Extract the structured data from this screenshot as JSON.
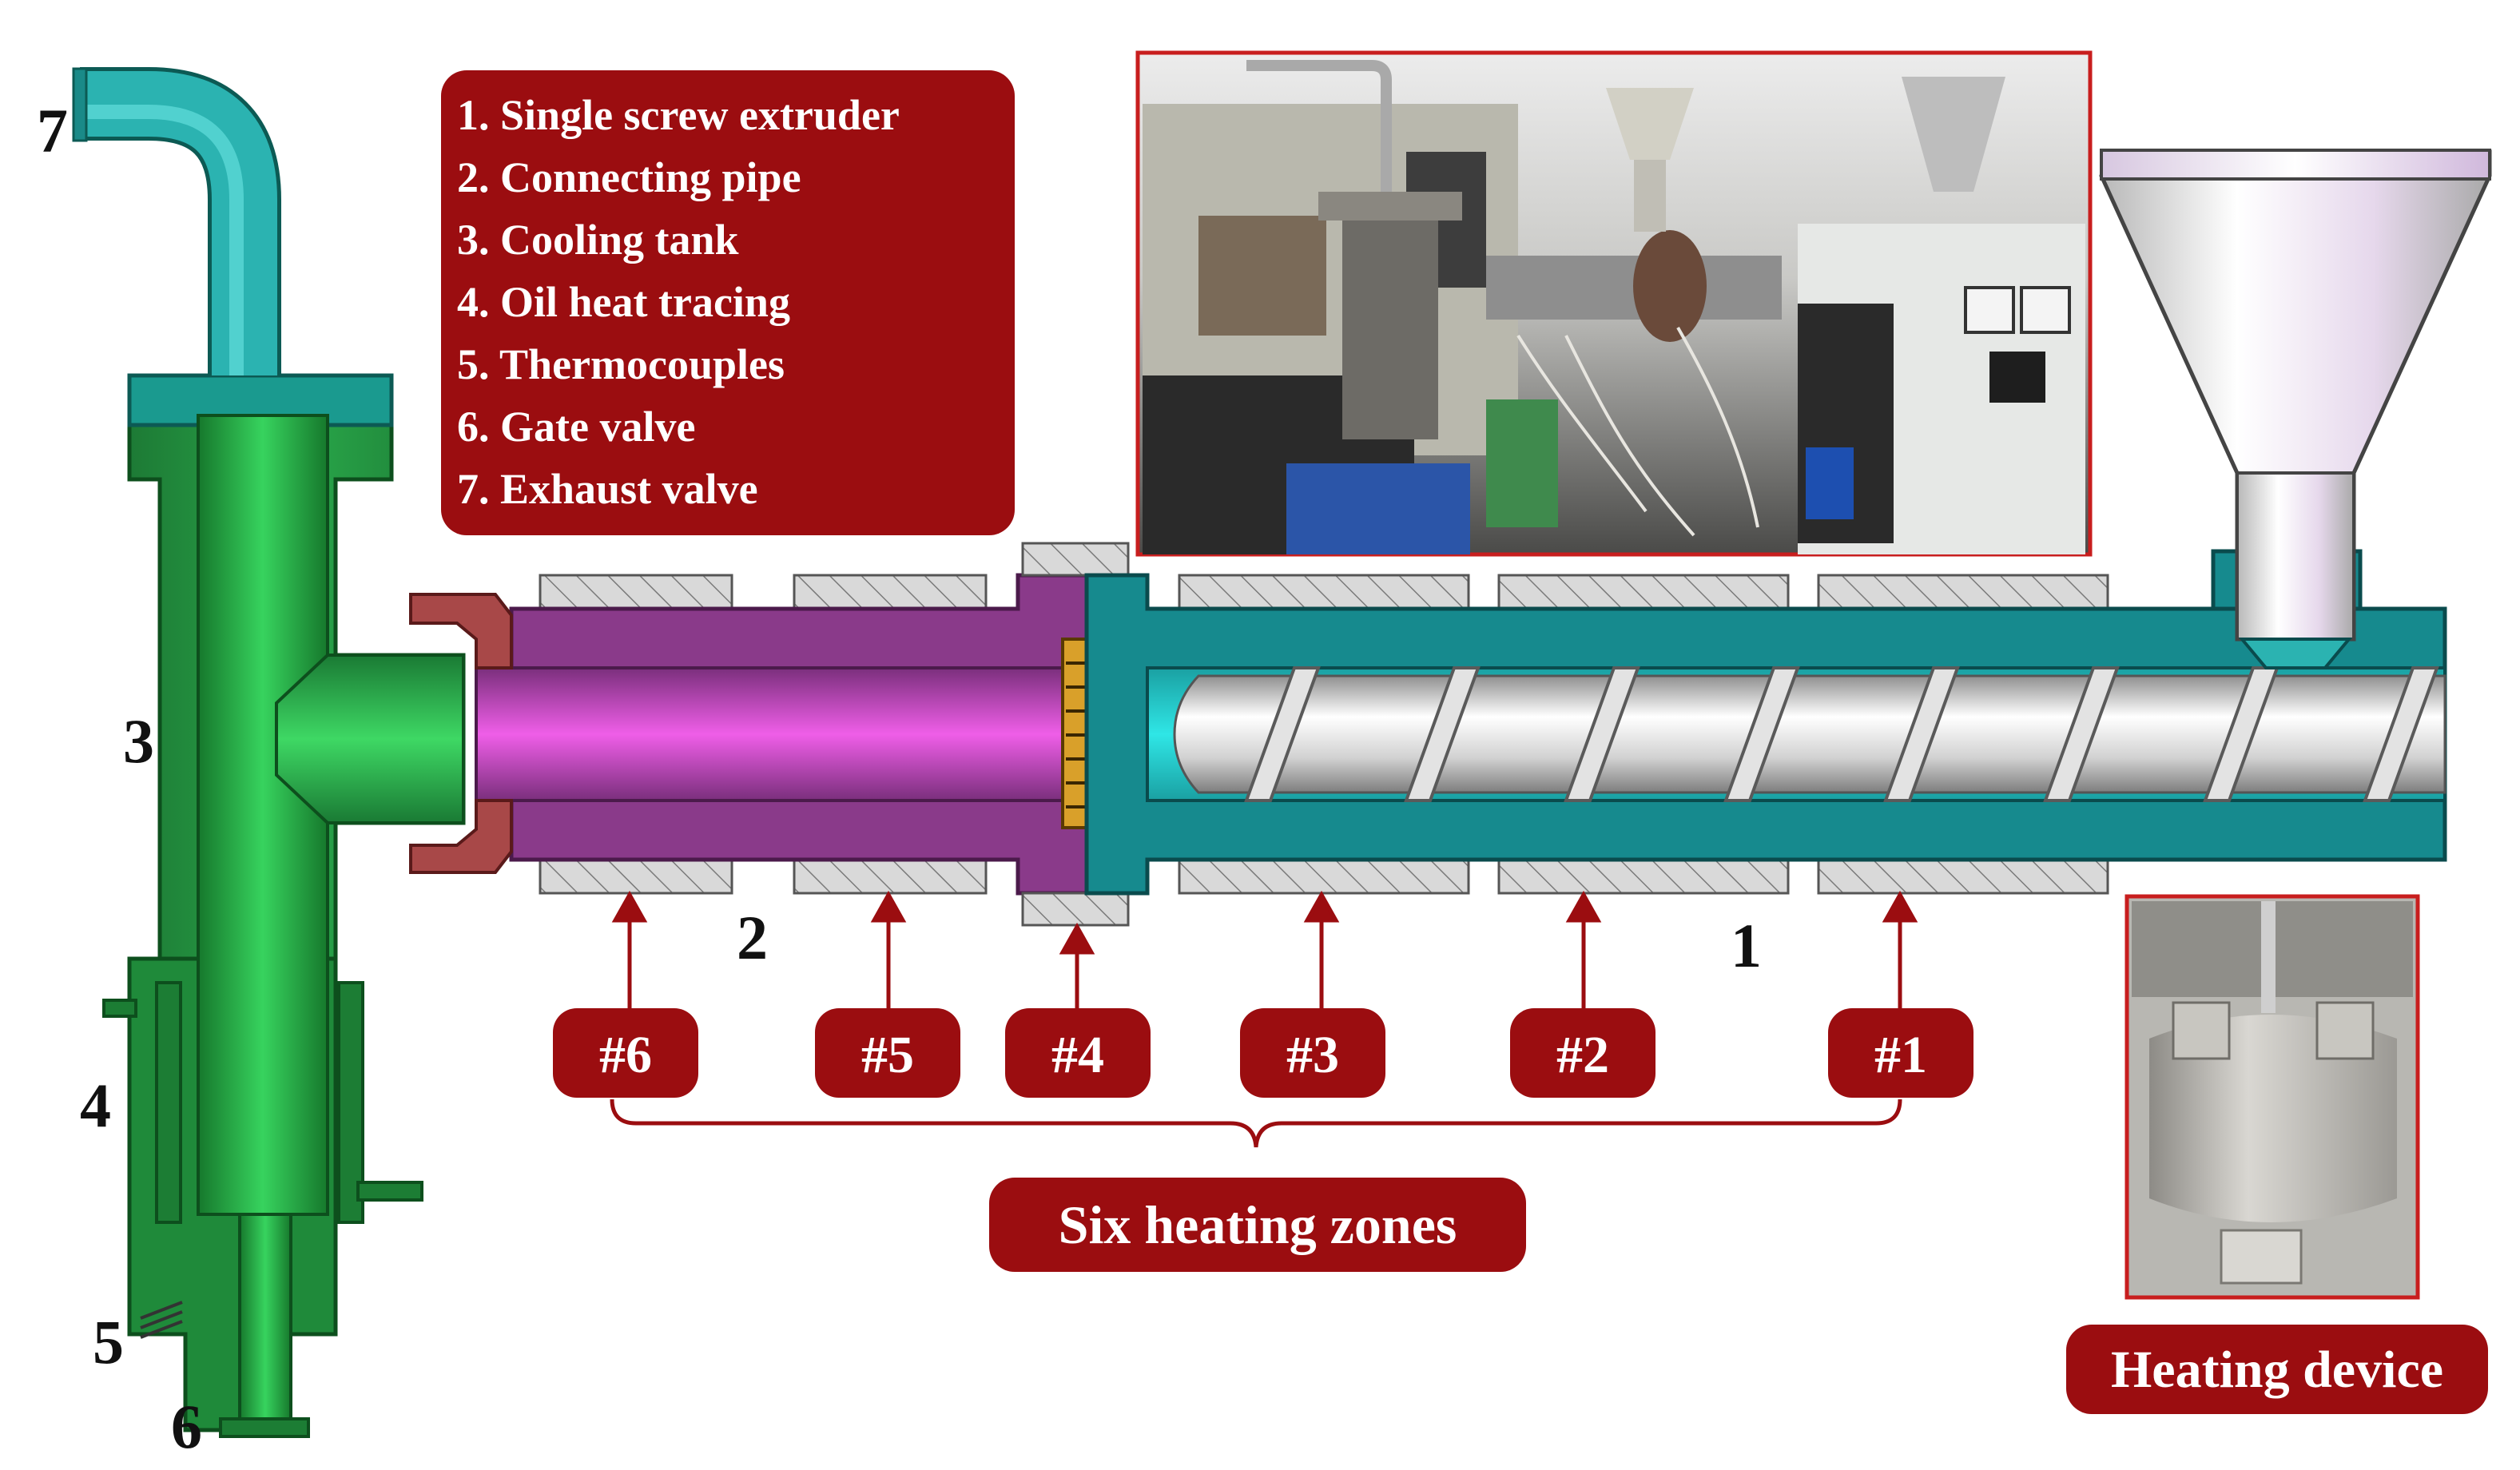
{
  "legend": {
    "items": [
      "1. Single screw extruder",
      "2. Connecting pipe",
      "3. Cooling tank",
      "4. Oil heat tracing",
      "5. Thermocouples",
      "6. Gate valve",
      "7. Exhaust valve"
    ]
  },
  "parts": {
    "n1": "1",
    "n2": "2",
    "n3": "3",
    "n4": "4",
    "n5": "5",
    "n6": "6",
    "n7": "7"
  },
  "zones": [
    "#6",
    "#5",
    "#4",
    "#3",
    "#2",
    "#1"
  ],
  "zones_caption": "Six heating zones",
  "heating_device_caption": "Heating device",
  "colors": {
    "label_bg": "#9b0d10",
    "tank_green": "#1f8a3a",
    "barrel_teal": "#168a8e",
    "pipe_purple": "#8a3a8a",
    "flange_brown": "#a84848"
  }
}
